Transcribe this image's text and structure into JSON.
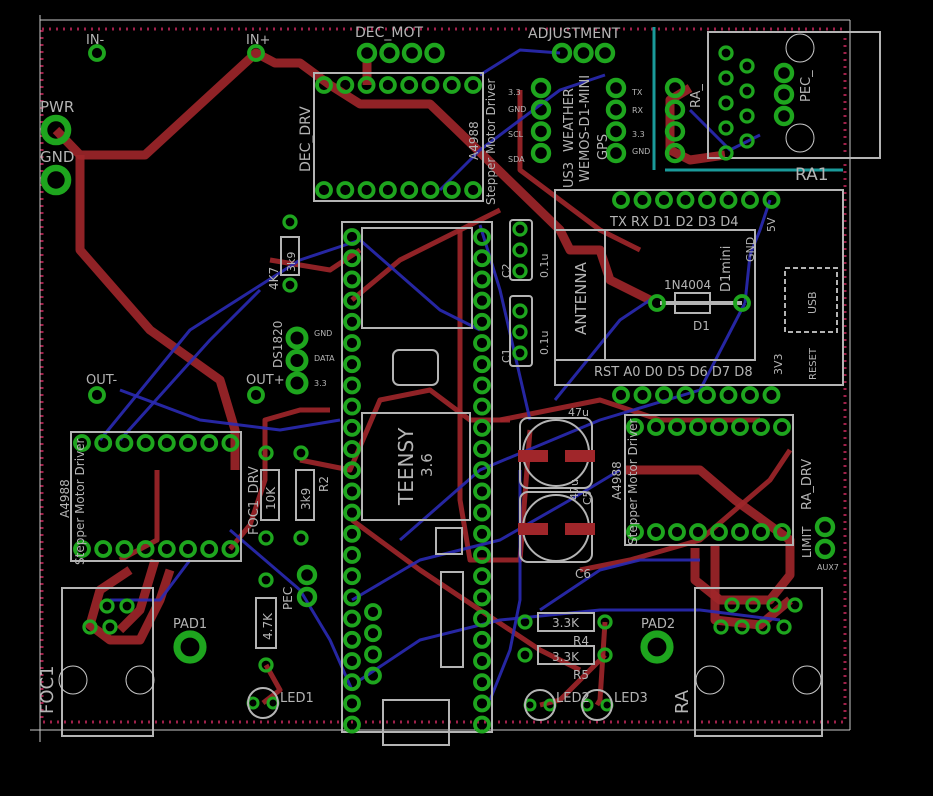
{
  "board": {
    "colors": {
      "top_copper": "#a0262a",
      "bottom_copper": "#2a2ab4",
      "pad": "#1ea51e",
      "silkscreen": "#b4b4b4",
      "dimension": "#a0204a",
      "keepout": "#1a9a9a"
    },
    "labels": {
      "in_minus": "IN-",
      "in_plus": "IN+",
      "pwr": "PWR",
      "gnd": "GND",
      "out_minus": "OUT-",
      "out_plus": "OUT+",
      "dec_mot": "DEC_MOT",
      "dec_drv": "DEC_DRV",
      "a4988_dec": "A4988",
      "smd_dec": "Stepper Motor Driver",
      "adjustment": "ADJUSTMENT",
      "us3": "US3",
      "weather": "WEATHER",
      "wemos": "WEMOS-D1-MINI",
      "gps": "GPS",
      "w_33": "3.3",
      "w_gnd": "GND",
      "w_scl": "SCL",
      "w_sda": "SDA",
      "g_tx": "TX",
      "g_rx": "RX",
      "g_33": "3.3",
      "g_gnd": "GND",
      "ra_hdr": "RA_",
      "pec_conn": "PEC_",
      "ra1": "RA1",
      "wemos_top": "TX RX D1 D2 D3 D4",
      "wemos_gnd": "GND",
      "wemos_5v": "5V",
      "wemos_bottom": "RST A0 D0 D5 D6 D7 D8",
      "wemos_3v3": "3V3",
      "antenna": "ANTENNA",
      "usb": "USB",
      "reset": "RESET",
      "d1_part": "1N4004",
      "d1_name": "D1",
      "d1_pkg": "D1mini",
      "r_4k7": "4K7",
      "r_3k9_top": "3k9",
      "ds1820": "DS1820",
      "ds_gnd": "GND",
      "ds_data": "DATA",
      "ds_33": "3.3",
      "c2": "C2",
      "c2_val": "0.1u",
      "c1": "C1",
      "c1_val": "0.1u",
      "teensy": "TEENSY",
      "teensy_ver": "3.6",
      "c5_val": "47u",
      "c5": "C5",
      "c6_val": "47u",
      "c6": "C6",
      "a4988_ra": "A4988",
      "smd_ra": "Stepper Motor Driver",
      "ra_drv": "RA_DRV",
      "limit": "LIMIT",
      "aux7": "AUX7",
      "a4988_foc": "A4988",
      "smd_foc": "Stepper Motor Driver",
      "foc1_drv": "FOC1_DRV",
      "r_10k": "10K",
      "r2_val": "3k9",
      "r2": "R2",
      "pec": "PEC",
      "r_47k": "4.7K",
      "r4_val": "3.3K",
      "r4": "R4",
      "r5_val": "3.3K",
      "r5": "R5",
      "pad1": "PAD1",
      "pad2": "PAD2",
      "led1": "LED1",
      "led2": "LED2",
      "led3": "LED3",
      "foc1": "FOC1",
      "ra": "RA"
    }
  }
}
